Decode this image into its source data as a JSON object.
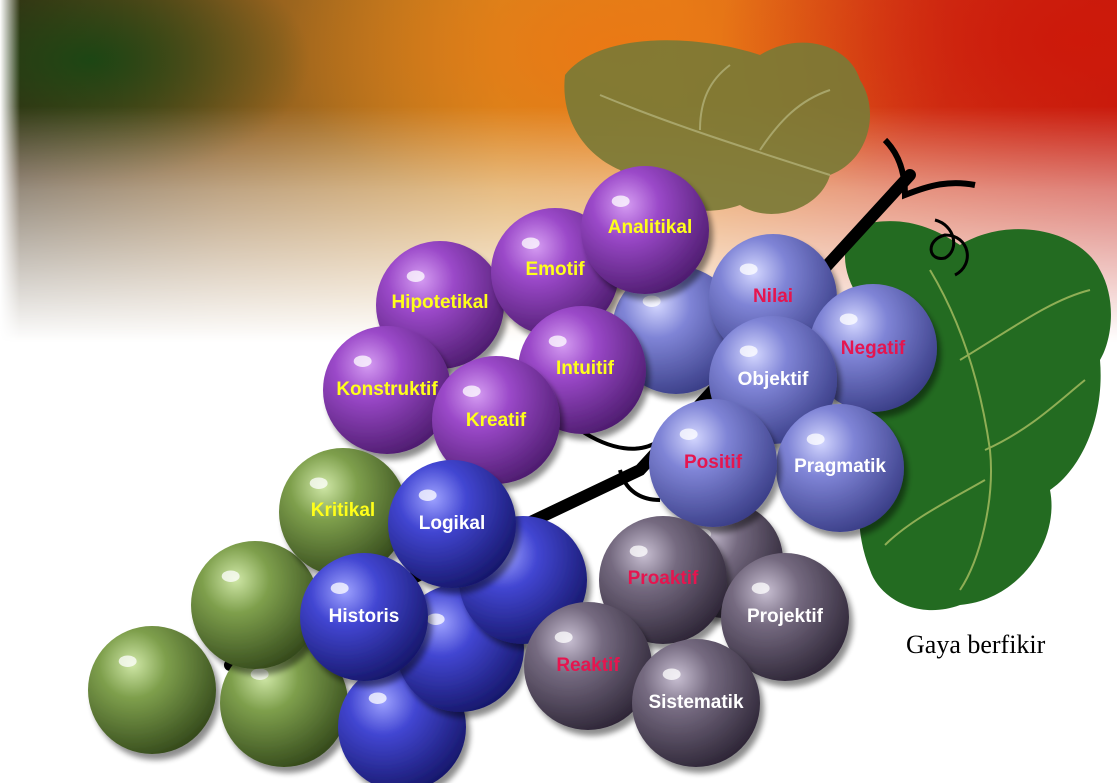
{
  "colors": {
    "purple": "#8e3cb5",
    "slate_blue": "#7478c6",
    "royal_blue": "#3c3ec4",
    "green": "#7a9a48",
    "gray_violet": "#6f6478",
    "label_yellow": "#ffff1a",
    "label_pink": "#e5154f",
    "label_white": "#ffffff"
  },
  "grapes": [
    {
      "id": "analitikal",
      "label": "Analitikal",
      "tone": "purple",
      "text": "yellow"
    },
    {
      "id": "emotif",
      "label": "Emotif",
      "tone": "purple",
      "text": "yellow"
    },
    {
      "id": "hipotetikal",
      "label": "Hipotetikal",
      "tone": "purple",
      "text": "yellow"
    },
    {
      "id": "intuitif",
      "label": "Intuitif",
      "tone": "purple",
      "text": "yellow"
    },
    {
      "id": "konstruktif",
      "label": "Konstruktif",
      "tone": "purple",
      "text": "yellow"
    },
    {
      "id": "kreatif",
      "label": "Kreatif",
      "tone": "purple",
      "text": "yellow"
    },
    {
      "id": "nilai",
      "label": "Nilai",
      "tone": "slate_blue",
      "text": "pink"
    },
    {
      "id": "negatif",
      "label": "Negatif",
      "tone": "slate_blue",
      "text": "pink"
    },
    {
      "id": "objektif",
      "label": "Objektif",
      "tone": "slate_blue",
      "text": "white"
    },
    {
      "id": "positif",
      "label": "Positif",
      "tone": "slate_blue",
      "text": "pink"
    },
    {
      "id": "pragmatik",
      "label": "Pragmatik",
      "tone": "slate_blue",
      "text": "white"
    },
    {
      "id": "kritikal",
      "label": "Kritikal",
      "tone": "green",
      "text": "yellow"
    },
    {
      "id": "logikal",
      "label": "Logikal",
      "tone": "royal_blue",
      "text": "white"
    },
    {
      "id": "historis",
      "label": "Historis",
      "tone": "royal_blue",
      "text": "white"
    },
    {
      "id": "proaktif",
      "label": "Proaktif",
      "tone": "gray_violet",
      "text": "pink"
    },
    {
      "id": "projektif",
      "label": "Projektif",
      "tone": "gray_violet",
      "text": "white"
    },
    {
      "id": "reaktif",
      "label": "Reaktif",
      "tone": "gray_violet",
      "text": "pink"
    },
    {
      "id": "sistematik",
      "label": "Sistematik",
      "tone": "gray_violet",
      "text": "white"
    }
  ],
  "caption": "Gaya berfikir"
}
